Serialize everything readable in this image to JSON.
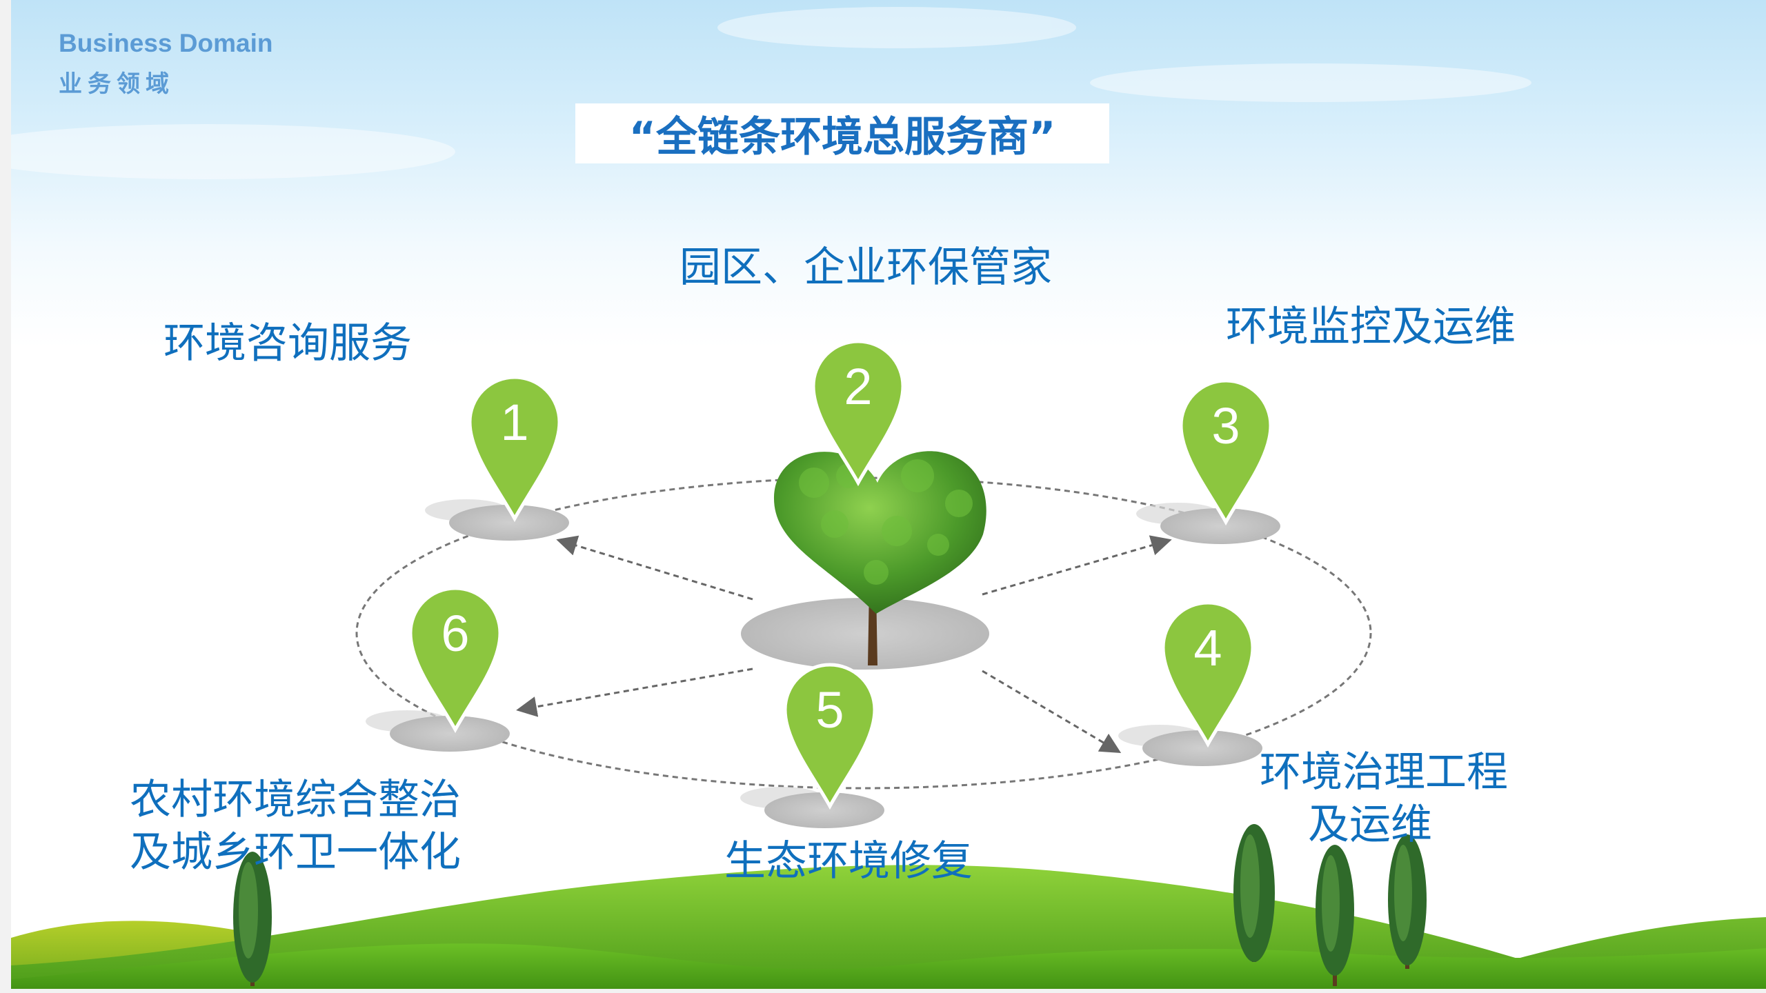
{
  "header": {
    "title_en": "Business  Domain",
    "title_zh": "业务领域"
  },
  "slogan": "“全链条环境总服务商”",
  "services": [
    {
      "number": "1",
      "label": "环境咨询服务"
    },
    {
      "number": "2",
      "label": "园区、企业环保管家"
    },
    {
      "number": "3",
      "label": "环境监控及运维"
    },
    {
      "number": "4",
      "label_line1": "环境治理工程",
      "label_line2": "及运维"
    },
    {
      "number": "5",
      "label": "生态环境修复"
    },
    {
      "number": "6",
      "label_line1": "农村环境综合整治",
      "label_line2": "及城乡环卫一体化"
    }
  ],
  "colors": {
    "accent": "#0f6fbd",
    "pin": "#8cc63f",
    "header": "#5b9bd5"
  }
}
